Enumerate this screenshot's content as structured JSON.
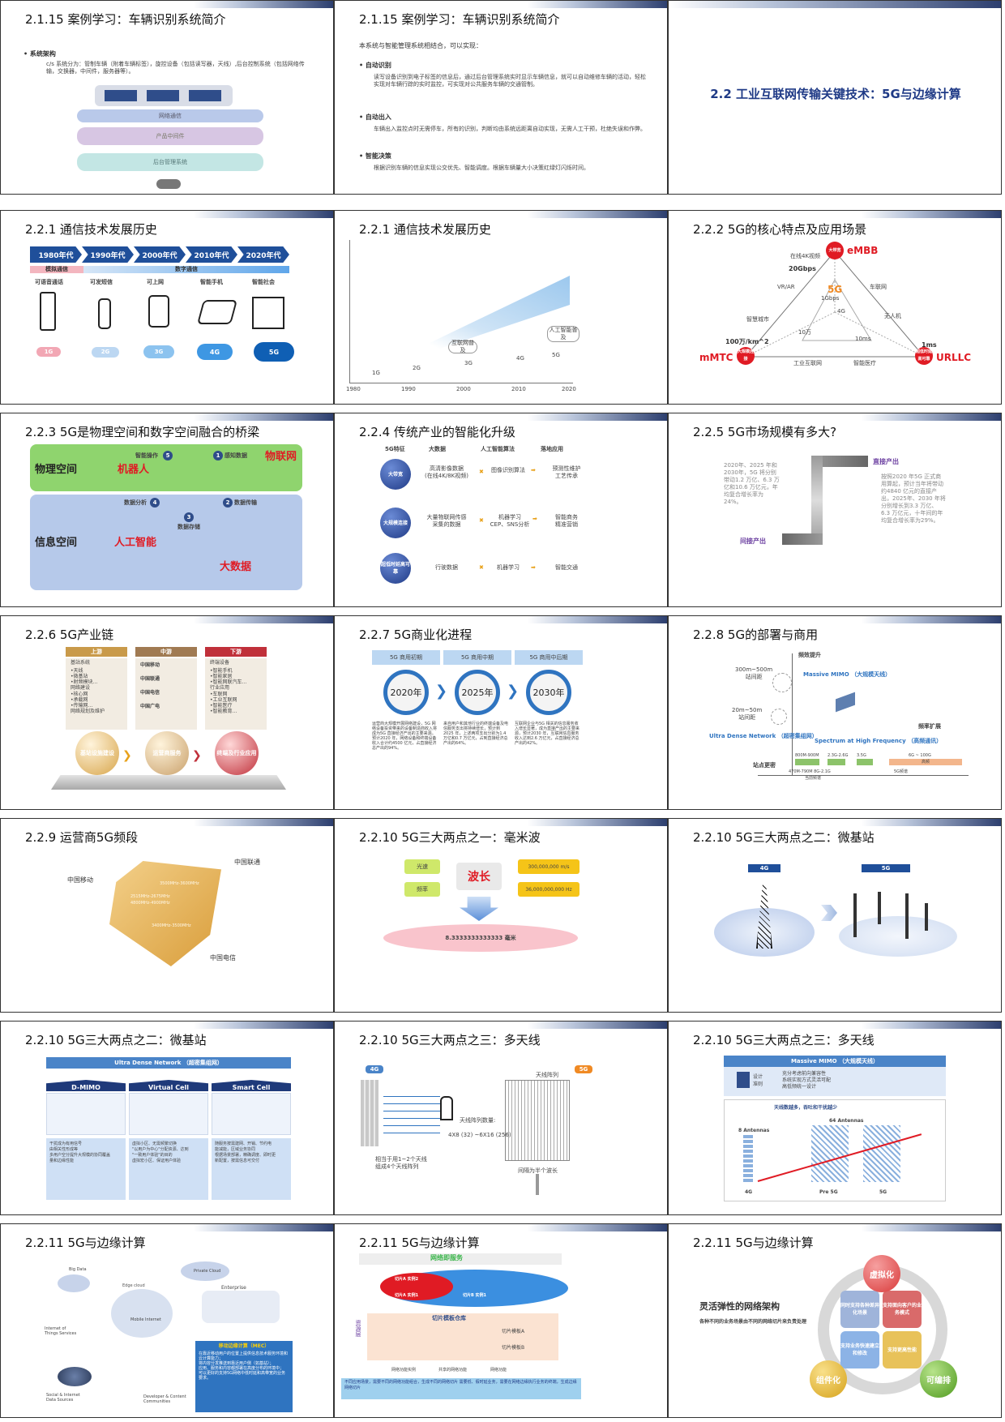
{
  "slides": [
    {
      "title": "2.1.15 案例学习：车辆识别系统简介",
      "section": "系统架构",
      "desc": "c/s 系统分为：管制车辆（附着车辆标签），旋控设备（包括读写器，天线）,后台控制系统（包括网络传输，交换器，中间件，服务器等）。",
      "layers": [
        "网络通信",
        "产品中间件",
        "后台管理系统"
      ]
    },
    {
      "title": "2.1.15 案例学习：车辆识别系统简介",
      "intro": "本系统与智能管理系统相结合，可以实现：",
      "items": [
        {
          "head": "自动识别",
          "text": "读写设备识别到电子标签的信息后，通过后台管理系统实时显示车辆信息，就可以自动维修车辆的活动，轻松实现对车辆行踪的实时监控，可实现对公共服务车辆的交通管制。"
        },
        {
          "head": "自动出入",
          "text": "车辆出入监控点时无需停车，所有的识别，判断均由系统远距离自动实现，无需人工干预，杜绝失误和作弊。"
        },
        {
          "head": "智能决策",
          "text": "根据识别车辆的信息实现公交优先、智能调度。根据车辆量大小决策红绿灯闪烁时间。"
        }
      ]
    },
    {
      "title": "",
      "heading": "2.2 工业互联网传输关键技术：5G与边缘计算"
    },
    {
      "title": "2.2.1 通信技术发展历史",
      "eras": [
        "1980年代",
        "1990年代",
        "2000年代",
        "2010年代",
        "2020年代"
      ],
      "bands": [
        "模拟通信",
        "数字通信"
      ],
      "uses": [
        "可语音通话",
        "可发短信",
        "可上网",
        "智能手机",
        "智能社会"
      ],
      "gens": [
        "1G",
        "2G",
        "3G",
        "4G",
        "5G"
      ],
      "gen_colors": [
        "#f2a7b4",
        "#bcd7f2",
        "#8cc3ef",
        "#3e97e3",
        "#0f5fb4"
      ]
    },
    {
      "title": "2.2.1 通信技术发展历史",
      "years": [
        "1980",
        "1990",
        "2000",
        "2010",
        "2020"
      ],
      "gens": [
        "1G",
        "2G",
        "3G",
        "4G",
        "5G"
      ],
      "labels": [
        "互联网普及",
        "人工智能普及"
      ]
    },
    {
      "title": "2.2.2 5G的核心特点及应用场景",
      "embb": "eMBB",
      "mmtc": "mMTC",
      "urllc": "URLLC",
      "badge_embb": "大带宽",
      "badge_mmtc": "大规模连接",
      "badge_urllc": "超低时延高可靠",
      "center": "5G",
      "gbps": "20Gbps",
      "density": "100万/km^2",
      "latency": "1ms",
      "apps": [
        "在线4K视频",
        "VR/AR",
        "车联网",
        "智慧城市",
        "无人机",
        "工业互联网",
        "智能医疗"
      ],
      "inner": [
        "1Gbps",
        "4G",
        "10万",
        "10ms"
      ]
    },
    {
      "title": "2.2.3 5G是物理空间和数字空间融合的桥梁",
      "physical": "物理空间",
      "info": "信息空间",
      "robot": "机器人",
      "iot": "物联网",
      "ai": "人工智能",
      "bigdata": "大数据",
      "steps": [
        "感知数据",
        "数据传输",
        "数据存储",
        "数据分析",
        "智能操作"
      ],
      "nums": [
        "1",
        "2",
        "3",
        "4",
        "5"
      ]
    },
    {
      "title": "2.2.4 传统产业的智能化升级",
      "headers": [
        "5G特征",
        "大数据",
        "人工智能算法",
        "落地应用"
      ],
      "rows": [
        {
          "badge": "大带宽",
          "data": "高清影像数据\n(在线4K/8K视频)",
          "algo": "图像识别算法",
          "app": "预测性维护\n工艺传承"
        },
        {
          "badge": "大规模连接",
          "data": "大量物联网传感\n采集的数据",
          "algo": "机器学习\nCEP、SNS分析",
          "app": "智能商务\n精准营销"
        },
        {
          "badge": "超低时延高可靠",
          "data": "行驶数据",
          "algo": "机器学习",
          "app": "智能交通"
        }
      ]
    },
    {
      "title": "2.2.5 5G市场规模有多大?",
      "direct": "直接产出",
      "indirect": "间接产出",
      "left_text": "2020年、2025 年和2030年，5G 将分别带动1.2 万亿、6.3 万亿和10.6 万亿元，年均复合增长率为24%。",
      "right_text": "按照2020 年5G 正式商用算起，预计当年将带动约4840 亿元的直接产出，2025年、2030 年将分别增长到3.3 万亿、6.3 万亿元，十年间的年均复合增长率为29%。"
    },
    {
      "title": "2.2.6 5G产业链",
      "cols": [
        {
          "head": "上游",
          "color": "#c99a4a",
          "items": [
            "基站系统",
            "•天线",
            "•微基站",
            "•射频模块...",
            "网络建设",
            "•核心网",
            "•承载网",
            "•传输网...",
            "网络规划及维护"
          ],
          "ball": "基站设施建设"
        },
        {
          "head": "中游",
          "color": "#a07a52",
          "items": [
            "中国移动",
            "中国联通",
            "中国电信",
            "中国广电"
          ],
          "ball": "运营商服务"
        },
        {
          "head": "下游",
          "color": "#c0303a",
          "items": [
            "终端设备",
            "•智能手机",
            "•智能家居",
            "•智能网联汽车...",
            "行业应用",
            "•车联网",
            "•工业互联网",
            "•智能医疗",
            "•智能教育..."
          ],
          "ball": "终端及行业应用"
        }
      ]
    },
    {
      "title": "2.2.7 5G商业化进程",
      "phases": [
        "5G 商用初期",
        "5G 商用中期",
        "5G 商用中后期"
      ],
      "years": [
        "2020年",
        "2025年",
        "2030年"
      ],
      "texts": [
        "运营商大规模开展网络建设，5G 网络设备投资带来的设备制造商收入将成为5G 直接经济产出的主要来源。预计2020 年，网络设备和终端设备收入合计约4500 亿元，占直接经济总产出的94%。",
        "来自用户和其他行业的终端设备及电信服务支出将持续增长，预计到2025 年，上述两项支出分别为1.4 万亿和0.7 万亿元，占到直接经济总产出的64%。",
        "互联网企业与5G 相关的信息服务收入增长显著，成为直接产出的主要来源，预计2030 年，互联网信息服务收入达到2.6 万亿元，占直接经济总产出的42%。"
      ]
    },
    {
      "title": "2.2.8 5G的部署与商用",
      "y_label": "频效提升",
      "x_label": "频率扩展",
      "corner": "站点更密",
      "massive": "Massive MIMO （大规模天线）",
      "udn": "Ultra Dense Network （超密集组网）",
      "spectrum": "Spectrum at High Frequency （高频通讯）",
      "macro": "300m~500m\n站间距",
      "micro": "20m~50m\n站间距",
      "freqs": [
        "800M-900M",
        "2.3G-2.6G",
        "3.5G",
        "6G ~ 100G"
      ],
      "low": "470M-790M 8G-2.1G",
      "current": "当前频谱",
      "highband": "高频",
      "band5g": "5G频谱"
    },
    {
      "title": "2.2.9 运营商5G频段",
      "ops": [
        "中国移动",
        "中国联通",
        "中国电信"
      ],
      "bands": [
        "3500MHz-3600MHz",
        "2515MHz-2675MHz",
        "4800MHz-4900MHz",
        "3400MHz-3500MHz"
      ]
    },
    {
      "title": "2.2.10 5G三大两点之一：毫米波",
      "left": [
        "光速",
        "频率"
      ],
      "mid": "波长",
      "right": [
        "300,000,000 m/s",
        "36,000,000,000 Hz"
      ],
      "result": "8.3333333333333 毫米"
    },
    {
      "title": "2.2.10 5G三大两点之二：微基站",
      "g4": "4G",
      "g5": "5G"
    },
    {
      "title": "2.2.10 5G三大两点之二：微基站",
      "banner": "Ultra Dense Network （超密集组网）",
      "cards": [
        {
          "head": "D-MIMO",
          "bullets": [
            "干扰成为有用信号",
            "由相关性形成等",
            "多用户空分提升大规模的协同覆盖",
            "量和边缘性能"
          ]
        },
        {
          "head": "Virtual Cell",
          "bullets": [
            "虚拟小区、无需频繁切换",
            "\"以用户为中心\"分配资源、达到",
            "\"一致用户体验\"的目的",
            "虚拟宏小区、保证用户体验"
          ]
        },
        {
          "head": "Smart Cell",
          "bullets": [
            "随服务按需建网、开销、节约电",
            "能减能，区域业务协同",
            "根据场景部署，精确调度、即时更",
            "新配置，按需信息可交付"
          ]
        }
      ]
    },
    {
      "title": "2.2.10 5G三大两点之三：多天线",
      "g4": "4G",
      "g5": "5G",
      "array": "天线阵列",
      "count_label": "天线阵列数量:",
      "count": "4X8 (32) ~6X16 (256)",
      "left_desc": "相当于用1~2个天线\n组成4个天线阵列",
      "spacing": "间隔为半个波长"
    },
    {
      "title": "2.2.10 5G三大两点之三：多天线",
      "banner": "Massive MIMO （大规模天线）",
      "design": "设计\n准则",
      "bullets": [
        "充分考虑前向兼容性",
        "系统实现方式灵活可配",
        "高低频统一设计"
      ],
      "caption": "天线数越多，吞吐和干扰越少",
      "a8": "8 Antennas",
      "a64": "64 Antennas",
      "stages": [
        "4G",
        "Pre 5G",
        "5G"
      ]
    },
    {
      "title": "2.2.11 5G与边缘计算",
      "labels": [
        "Big Data",
        "Private Cloud",
        "Enterprise",
        "Mobile Internet",
        "Internet of Things Services",
        "Social & Internet Data Sources",
        "Developer & Content Communities",
        "Edge cloud"
      ],
      "mec_head": "移动边缘计算（MEC）",
      "mec": [
        "在靠近移动用户的位置上提供信息技术服务环境和云计算能力；",
        "将内容分发推送到靠近用户侧（如基站）；",
        "应用、服务和内容都部署在高度分布的环境中；",
        "可以更好的支持5G网络中低时延和高带宽的业务要求。"
      ]
    },
    {
      "title": "2.2.11 5G与边缘计算",
      "service": "网络即服务",
      "slices": [
        "切片A 实例2",
        "切片A 实例1",
        "切片B 实例1"
      ],
      "store": "切片模板仓库",
      "tA": "切片模板A",
      "tB": "切片模板B",
      "legend": [
        "网络功能实例",
        "共享的网络功能",
        "网络功能"
      ],
      "side": "资源层",
      "caption": "不同应用场景，需要不同的网络功能组合，生成不同的网络切片 需要低、假时延业务，需要在网络边缘执行业务的终端，生成边缘网络切片"
    },
    {
      "title": "2.2.11 5G与边缘计算",
      "heading": "灵活弹性的网络架构",
      "sub": "各种不同的业务场景由不同的网络切片来负责处理",
      "top": "虚拟化",
      "left": "组件化",
      "right": "可编排",
      "quads": [
        "同时支持各种差异化场景",
        "支持面向客户的业务模式",
        "支持业务快速建立和修改",
        "支持更高性能"
      ]
    }
  ]
}
